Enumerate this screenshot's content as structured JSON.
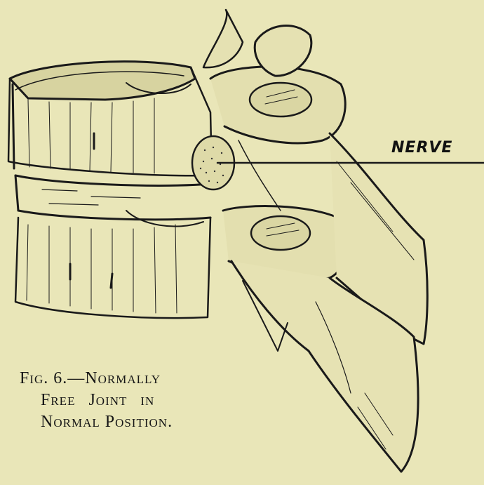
{
  "figure": {
    "label": "NERVE",
    "caption_lines": [
      "Fig. 6.—Normally",
      "Free Joint in",
      "Normal Position."
    ]
  },
  "colors": {
    "paper": "#e9e6b8",
    "ink": "#161616"
  }
}
